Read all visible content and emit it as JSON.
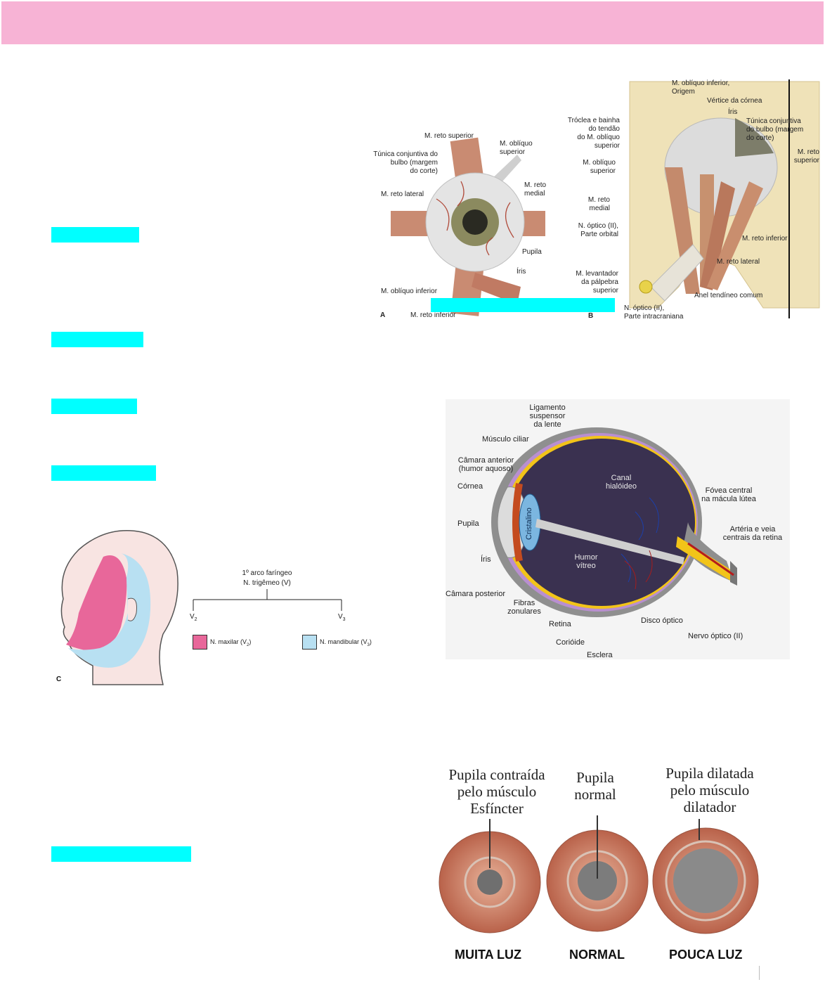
{
  "header": {
    "color": "#f7b3d5"
  },
  "highlights": [
    "",
    "",
    "",
    "",
    ""
  ],
  "highlight_color": "#00ffff",
  "figure_muscles": {
    "panel_a": {
      "letter": "A",
      "reto_superior": "M. reto superior",
      "obliquo_superior_1": "M. oblíquo",
      "obliquo_superior_2": "superior",
      "tunica_1": "Túnica conjuntiva do",
      "tunica_2": "bulbo (margem",
      "tunica_3": "do corte)",
      "reto_lateral": "M. reto lateral",
      "reto_medial_1": "M. reto",
      "reto_medial_2": "medial",
      "pupila": "Pupila",
      "iris": "Íris",
      "obliquo_inferior": "M. oblíquo inferior",
      "reto_inferior": "M. reto inferior"
    },
    "panel_b": {
      "letter": "B",
      "obliquo_inf_origem_1": "M. oblíquo inferior,",
      "obliquo_inf_origem_2": "Origem",
      "vertice": "Vértice da córnea",
      "iris": "Íris",
      "troclea_1": "Tróclea e bainha",
      "troclea_2": "do tendão",
      "troclea_3": "do M. oblíquo",
      "troclea_4": "superior",
      "tunica_1": "Túnica conjuntiva",
      "tunica_2": "do bulbo (margem",
      "tunica_3": "do corte)",
      "obliquo_sup_1": "M. oblíquo",
      "obliquo_sup_2": "superior",
      "reto_sup_1": "M. reto",
      "reto_sup_2": "superior",
      "reto_medial_1": "M. reto",
      "reto_medial_2": "medial",
      "n_optico_orb_1": "N. óptico (II),",
      "n_optico_orb_2": "Parte orbital",
      "reto_inferior": "M. reto inferior",
      "reto_lateral": "M. reto lateral",
      "levantador_1": "M. levantador",
      "levantador_2": "da pálpebra",
      "levantador_3": "superior",
      "anel": "Anel tendíneo comum",
      "n_optico_intra_1": "N. óptico (II),",
      "n_optico_intra_2": "Parte intracraniana"
    }
  },
  "figure_head": {
    "letter": "C",
    "title_1": "1º arco faríngeo",
    "title_2": "N. trigêmeo (V)",
    "v2": "V",
    "v2_sub": "2",
    "v3": "V",
    "v3_sub": "3",
    "legend_maxilar": "N. maxilar (V",
    "legend_maxilar_sub": "2",
    "legend_mandibular": "N. mandibular (V",
    "legend_mandibular_sub": "3",
    "color_maxilar": "#e8679a",
    "color_mandibular": "#b8e0f2"
  },
  "figure_eye": {
    "ligamento_1": "Ligamento",
    "ligamento_2": "suspensor",
    "ligamento_3": "da lente",
    "musculo_ciliar": "Músculo ciliar",
    "camara_ant_1": "Câmara anterior",
    "camara_ant_2": "(humor aquoso)",
    "cornea": "Córnea",
    "pupila": "Pupila",
    "iris": "Íris",
    "camara_post": "Câmara posterior",
    "fibras_1": "Fibras",
    "fibras_2": "zonulares",
    "retina": "Retina",
    "coroide": "Corióide",
    "esclera": "Esclera",
    "cristalino": "Cristalino",
    "canal_1": "Canal",
    "canal_2": "hialóideo",
    "humor_1": "Humor",
    "humor_2": "vítreo",
    "fovea_1": "Fóvea central",
    "fovea_2": "na mácula lútea",
    "arteria_1": "Artéria e veia",
    "arteria_2": "centrais da retina",
    "disco": "Disco óptico",
    "nervo": "Nervo óptico (II)"
  },
  "figure_pupil": {
    "contraida_1": "Pupila contraída",
    "contraida_2": "pelo músculo",
    "contraida_3": "Esfíncter",
    "normal_1": "Pupila",
    "normal_2": "normal",
    "dilatada_1": "Pupila dilatada",
    "dilatada_2": "pelo músculo",
    "dilatada_3": "dilatador",
    "muita_luz": "MUITA LUZ",
    "normal": "NORMAL",
    "pouca_luz": "POUCA LUZ"
  }
}
